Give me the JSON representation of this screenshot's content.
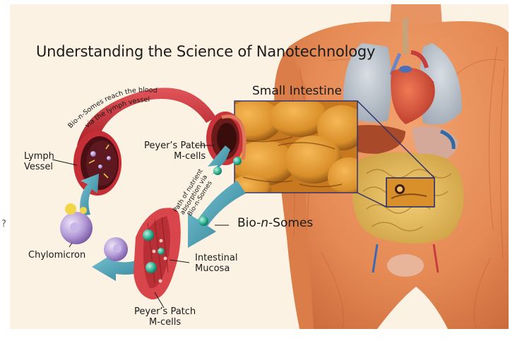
{
  "title": "Understanding the Science of Nanotechnology",
  "labels": {
    "small_intestine": "Small Intestine",
    "peyers_patch_top_line1": "Peyer’s Patch",
    "peyers_patch_top_line2": "M-cells",
    "lymph_vessel_line1": "Lymph",
    "lymph_vessel_line2": "Vessel",
    "bio_n_somes_prefix": "Bio-",
    "bio_n_somes_italic": "n",
    "bio_n_somes_suffix": "-Somes",
    "chylomicron": "Chylomicron",
    "intestinal_mucosa_line1": "Intestinal",
    "intestinal_mucosa_line2": "Mucosa",
    "peyers_patch_bottom_line1": "Peyer’s Patch",
    "peyers_patch_bottom_line2": "M-cells",
    "stray_mark": "?"
  },
  "curved_text": {
    "line1": "Bio-n-Somes reach the blood",
    "line2": "via the lymph vessel"
  },
  "path_text": {
    "line1": "Path of nutrient",
    "line2": "absorption via",
    "line3": "Bio-n-Somes"
  },
  "colors": {
    "background": "#fbf2e3",
    "muscle": "#e58a55",
    "vessel": "#c9333a",
    "arrow_teal": "#3a9bb0",
    "particle": "#2fa88a",
    "chylomicron": "#9a7bc3",
    "intestine": "#d98f2a",
    "callout_border": "#2a2e6e"
  }
}
